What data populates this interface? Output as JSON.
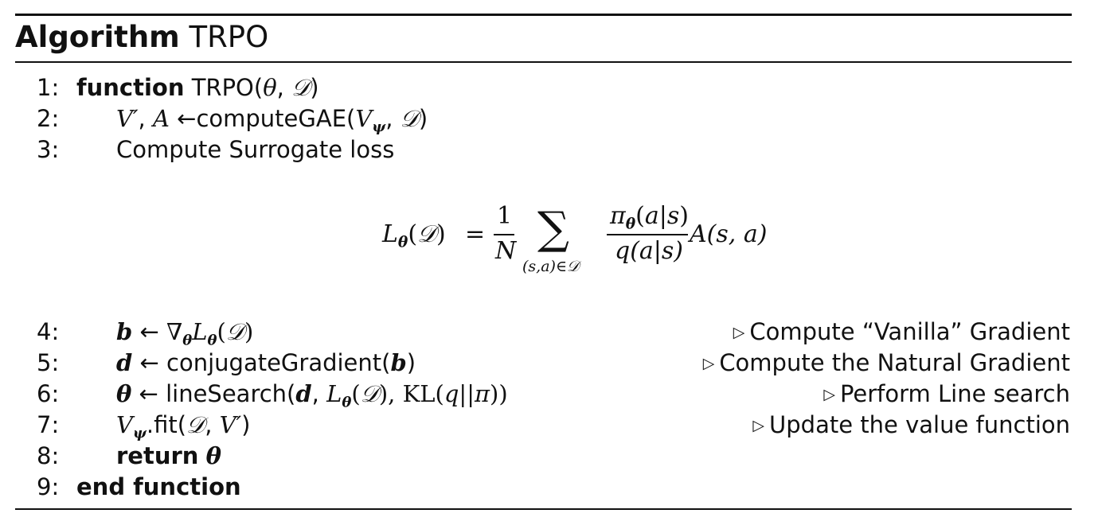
{
  "algorithm": {
    "heading_keyword": "Algorithm",
    "name": "TRPO"
  },
  "lines": [
    {
      "number": "1:",
      "keyword": "function",
      "text": "TRPO(",
      "comment": ""
    },
    {
      "number": "2:",
      "text": "computeGAE(",
      "comment": ""
    },
    {
      "number": "3:",
      "text": "Compute Surrogate loss",
      "comment": ""
    },
    {
      "number": "4:",
      "text": "",
      "comment": "Compute “Vanilla” Gradient"
    },
    {
      "number": "5:",
      "text": "conjugateGradient(",
      "comment": "Compute the Natural Gradient"
    },
    {
      "number": "6:",
      "text": "lineSearch(",
      "comment": "Perform Line search"
    },
    {
      "number": "7:",
      "text": ".fit(",
      "comment": "Update the value function"
    },
    {
      "number": "8:",
      "keyword": "return",
      "comment": ""
    },
    {
      "number": "9:",
      "keyword": "end function",
      "comment": ""
    }
  ],
  "equation": {
    "lhs": "L",
    "numerator_left": "1",
    "denominator_left": "N",
    "sum_index": "(s,a)∈",
    "numerator_right": "π",
    "denominator_right": "q(a|s)",
    "tail": "A(s, a)"
  },
  "comment_marker": "▷"
}
